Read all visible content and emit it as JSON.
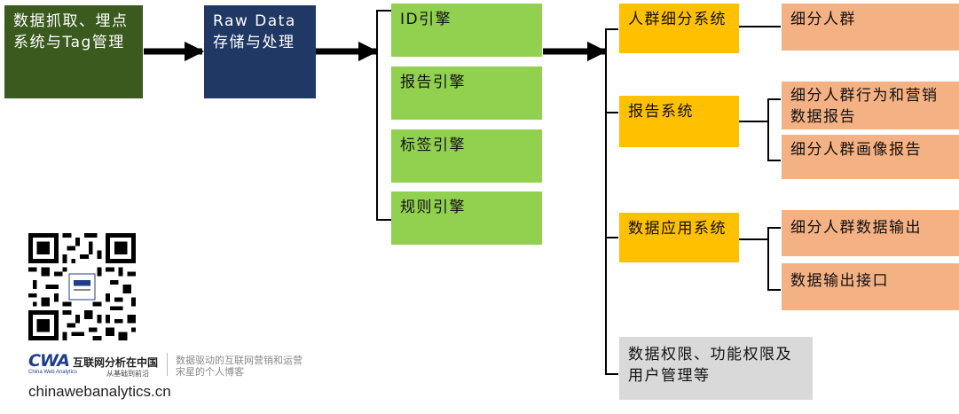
{
  "nodes": {
    "collect": "数据抓取、埋点系统与Tag管理",
    "raw": "Raw Data存储与处理",
    "id_engine": "ID引擎",
    "report_engine": "报告引擎",
    "tag_engine": "标签引擎",
    "rule_engine": "规则引擎",
    "segment_system": "人群细分系统",
    "report_system": "报告系统",
    "data_app_system": "数据应用系统",
    "permission": "数据权限、功能权限及用户管理等",
    "segments": "细分人群",
    "behavior_report": "细分人群行为和营销数据报告",
    "portrait_report": "细分人群画像报告",
    "data_output": "细分人群数据输出",
    "output_api": "数据输出接口"
  },
  "branding": {
    "logo_mark": "CWA",
    "logo_name": "互联网分析在中国",
    "logo_english": "China Web Analytics",
    "logo_sub": "从基础到前沿",
    "tagline_1": "数据驱动的互联网营销和运营",
    "tagline_2": "宋星的个人博客",
    "website": "chinawebanalytics.cn"
  },
  "colors": {
    "dark_green": "#3a5a1e",
    "navy": "#1f3864",
    "green": "#92d050",
    "gold": "#ffc000",
    "salmon": "#f4b183",
    "grey": "#d9d9d9"
  },
  "icons": [
    "qr-code-icon"
  ]
}
